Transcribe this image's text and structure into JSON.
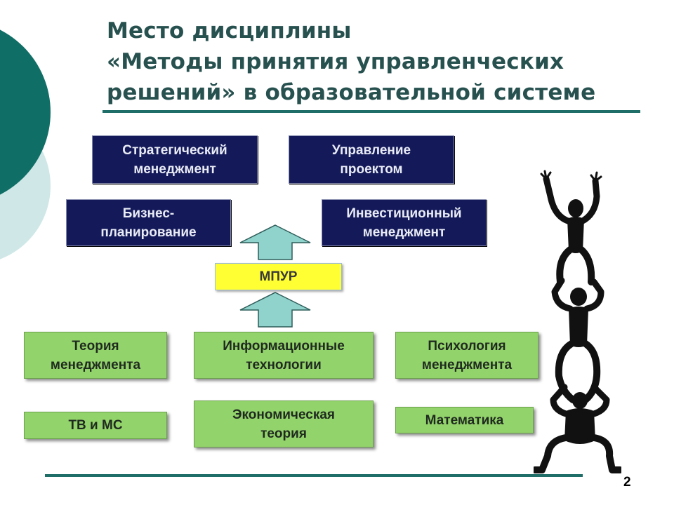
{
  "title": {
    "line1": "Место дисциплины",
    "line2": "«Методы принятия управленческих",
    "line3": "решений» в образовательной системе"
  },
  "top_boxes": {
    "strategic": [
      "Стратегический",
      "менеджмент"
    ],
    "project": [
      "Управление",
      "проектом"
    ],
    "business": [
      "Бизнес-",
      "планирование"
    ],
    "investment": [
      "Инвестиционный",
      "менеджмент"
    ]
  },
  "center_box": "МПУР",
  "bottom_boxes": {
    "management_theory": [
      "Теория",
      "менеджмента"
    ],
    "info_tech": [
      "Информационные",
      "технологии"
    ],
    "psychology": [
      "Психология",
      "менеджмента"
    ],
    "tv_ms": "ТВ и МС",
    "economics": [
      "Экономическая",
      "теория"
    ],
    "math": "Математика"
  },
  "page_number": "2",
  "colors": {
    "title": "#27514f",
    "dark_box": "#14195a",
    "green_box": "#93d36b",
    "yellow_box": "#ffff33",
    "arrow": "#8fd3cc",
    "accent_teal": "#0f6e66",
    "accent_light": "#cfe8e7"
  },
  "icons": {
    "arrow_up": "up-arrow-icon",
    "figure": "stacked-people-illustration"
  }
}
